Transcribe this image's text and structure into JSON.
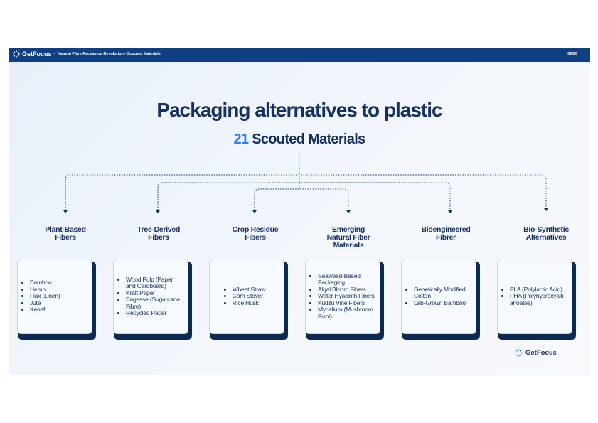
{
  "header": {
    "brand": "GetFocus",
    "breadcrumb_bullet": "•",
    "breadcrumb": "Natural Fibre Packaging Revolution - Scouted Materials",
    "page": "06/26"
  },
  "title": "Packaging alternatives to plastic",
  "subtitle": {
    "count": "21",
    "label": "Scouted Materials"
  },
  "categories": [
    {
      "title": "Plant-Based\nFibers",
      "items": [
        "Bamboo",
        "Hemp",
        "Flax (Linen)",
        "Jute",
        "Kenaf"
      ]
    },
    {
      "title": "Tree-Derived\nFibers",
      "items": [
        "Wood Pulp (Paper and Cardboard)",
        "Kraft Paper",
        "Bagasse (Sugarcane Fibre)",
        "Recycled Paper"
      ]
    },
    {
      "title": "Crop Residue\nFibers",
      "items": [
        "Wheat Straw",
        "Corn Stover",
        "Rice Husk"
      ]
    },
    {
      "title": "Emerging\nNatural Fiber\nMaterials",
      "items": [
        "Seaweed-Based Packaging",
        "Algal Bloom Fibers",
        "Water Hyacinth Fibers",
        "Kudzu Vine Fibers",
        "Mycelium (Mushroom Root)"
      ]
    },
    {
      "title": "Bioengineered\nFibrer",
      "items": [
        "Genetically Modified Cotton",
        "Lab-Grown Bamboo"
      ]
    },
    {
      "title": "Bio-Synthetic\nAlternatives",
      "items": [
        "PLA (Polylactic Acid)",
        "PHA (Polyhydroxyalk-anoates)"
      ]
    }
  ],
  "footer": {
    "brand": "GetFocus"
  },
  "colors": {
    "header_bg": "#0d3f82",
    "title": "#17315f",
    "accent": "#2f7ff0",
    "card_shadow": "#0e2a52"
  }
}
